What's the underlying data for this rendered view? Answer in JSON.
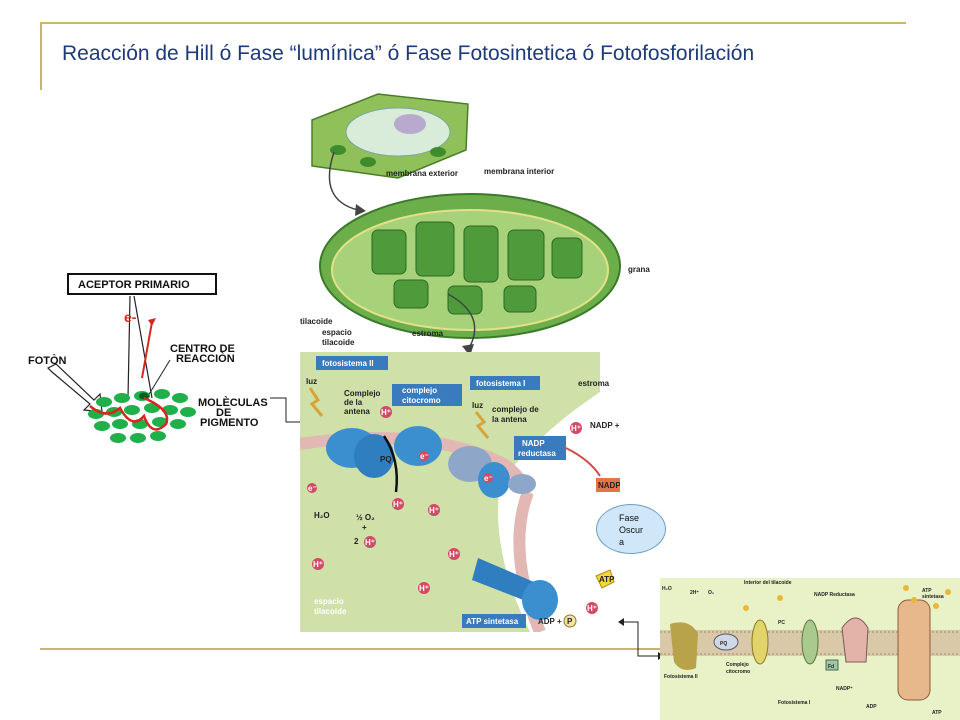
{
  "title": "Reacción de Hill ó Fase “lumínica” ó Fase Fotosintetica ó Fotofosforilación",
  "left_diagram": {
    "acceptor": "ACEPTOR PRIMARIO",
    "electron": "e-",
    "photon": "FOTÒN",
    "center": [
      "CENTRO DE",
      "REACCIÒN"
    ],
    "pigment": [
      "MOLÈCULAS",
      "DE",
      "PIGMENTO"
    ]
  },
  "chloroplast": {
    "outer": "membrana exterior",
    "inner": "membrana interior",
    "grana": "grana",
    "thylakoid": "tilacoide",
    "thylakoid_space": [
      "espacio",
      "tilacoide"
    ],
    "stroma": "estroma"
  },
  "membrane": {
    "ps2": "fotosistema II",
    "ps1": "fotosistema I",
    "light": "luz",
    "antenna1": [
      "Complejo",
      "de la",
      "antena"
    ],
    "cytochrome": [
      "complejo",
      "citocromo"
    ],
    "light2": "luz",
    "antenna2": [
      "complejo de",
      "la antena"
    ],
    "stroma": "estroma",
    "nadp_red": [
      "NADP",
      "reductasa"
    ],
    "nadp_plus": "NADP +",
    "nadph": "NADPH",
    "pq": "PQ",
    "water": "H₂O",
    "oxygen": [
      "½ O₂",
      "+",
      "2"
    ],
    "h": "H⁺",
    "e": "e⁻",
    "atp": "ATP",
    "space": [
      "espacio",
      "tilacoide"
    ],
    "atp_syn": "ATP sintetasa",
    "adp": "ADP +",
    "p": "P"
  },
  "fase": "Fase Oscura",
  "inset": {
    "interior": "Interior del tilacoide",
    "ps2": "Fotosistema II",
    "cyto": [
      "Complejo",
      "citocromo"
    ],
    "ps1": "Fotosistema I",
    "nadp_red": "NADP Reductasa",
    "atp_syn": [
      "ATP",
      "sintetasa"
    ],
    "pq": "PQ",
    "pc": "PC",
    "fd": "Fd",
    "adp": "ADP",
    "two_h": "2H⁺",
    "water": "H₂O",
    "o2": "O₂",
    "nadp_plus": "NADP⁺",
    "atp": "ATP"
  },
  "colors": {
    "title": "#1f3a7a",
    "rule": "#c8b46a",
    "green_pigment": "#1fb04a",
    "chloroplast": "#6cae4a",
    "membrane_bg": "#cfe0a8",
    "protein": "#3b8fcf",
    "label_box": "#3a7bbf",
    "h_ion": "#d24b66",
    "fase_bubble": "#cfe7f8"
  }
}
